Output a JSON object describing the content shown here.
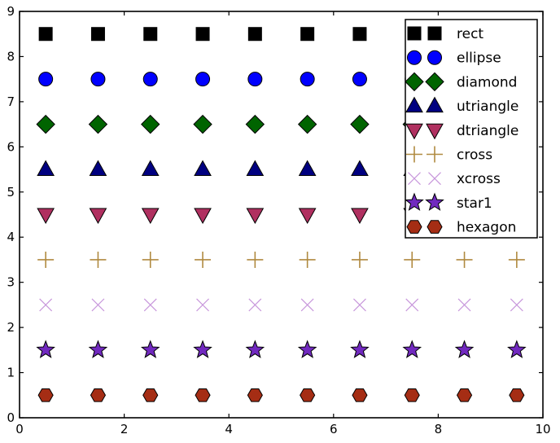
{
  "chart_data": {
    "type": "scatter",
    "title": "",
    "xlabel": "",
    "ylabel": "",
    "xlim": [
      0,
      10
    ],
    "ylim": [
      0,
      9
    ],
    "grid": false,
    "x_ticks": [
      0,
      2,
      4,
      6,
      8,
      10
    ],
    "y_ticks": [
      0,
      1,
      2,
      3,
      4,
      5,
      6,
      7,
      8,
      9
    ],
    "x": [
      0.5,
      1.5,
      2.5,
      3.5,
      4.5,
      5.5,
      6.5,
      7.5,
      8.5,
      9.5
    ],
    "series": [
      {
        "name": "rect",
        "marker": "rect",
        "y": 8.5,
        "color": "#000000",
        "filled": true
      },
      {
        "name": "ellipse",
        "marker": "ellipse",
        "y": 7.5,
        "color": "#0000ff",
        "filled": true
      },
      {
        "name": "diamond",
        "marker": "diamond",
        "y": 6.5,
        "color": "#006400",
        "filled": true
      },
      {
        "name": "utriangle",
        "marker": "utriangle",
        "y": 5.5,
        "color": "#000080",
        "filled": true
      },
      {
        "name": "dtriangle",
        "marker": "dtriangle",
        "y": 4.5,
        "color": "#b03060",
        "filled": true
      },
      {
        "name": "cross",
        "marker": "cross",
        "y": 3.5,
        "color": "#b08a40",
        "filled": false
      },
      {
        "name": "xcross",
        "marker": "xcross",
        "y": 2.5,
        "color": "#c796db",
        "filled": false
      },
      {
        "name": "star1",
        "marker": "star1",
        "y": 1.5,
        "color": "#7129bf",
        "filled": true
      },
      {
        "name": "hexagon",
        "marker": "hexagon",
        "y": 0.5,
        "color": "#a52d14",
        "filled": true
      }
    ],
    "legend": {
      "position": "upper right",
      "points_per_entry": 2,
      "border_color": "#000000",
      "background": "#ffffff",
      "entries": [
        "rect",
        "ellipse",
        "diamond",
        "utriangle",
        "dtriangle",
        "cross",
        "xcross",
        "star1",
        "hexagon"
      ]
    },
    "colors": {
      "axis": "#000000",
      "background": "#ffffff"
    }
  }
}
